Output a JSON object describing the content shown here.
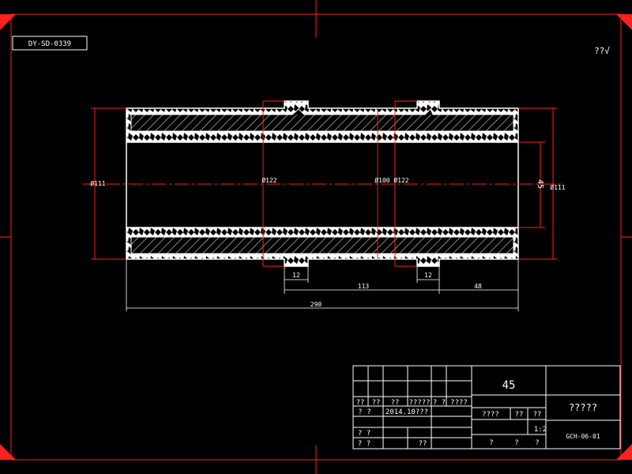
{
  "drawing_code": "DY-SD-0339",
  "roughness_note": "??√",
  "dimensions": {
    "dia_left": "Ø111",
    "dia_groove_left": "Ø122",
    "dia_inner": "Ø100",
    "dia_groove_right": "Ø122",
    "dia_right": "Ø111",
    "bore_depth": "45",
    "groove_width_left": "12",
    "groove_width_right": "12",
    "groove_spacing": "113",
    "right_offset": "48",
    "overall_length": "290"
  },
  "title_block": {
    "material": "45",
    "part_name": "?????",
    "part_code": "GCH-06-01",
    "scale": "1:2",
    "header_row": [
      "??",
      "??",
      "??",
      "?????",
      "? ?",
      "????"
    ],
    "design_row": [
      "?",
      "?",
      "2014.10???"
    ],
    "check_row": [
      "? ?"
    ],
    "approve_row": [
      "? ?",
      "??"
    ],
    "stage_label": "????",
    "weight_label": "??",
    "scale_label": "??",
    "sheet_left": "?",
    "sheet_right": "?",
    "sheet_total": "?"
  }
}
